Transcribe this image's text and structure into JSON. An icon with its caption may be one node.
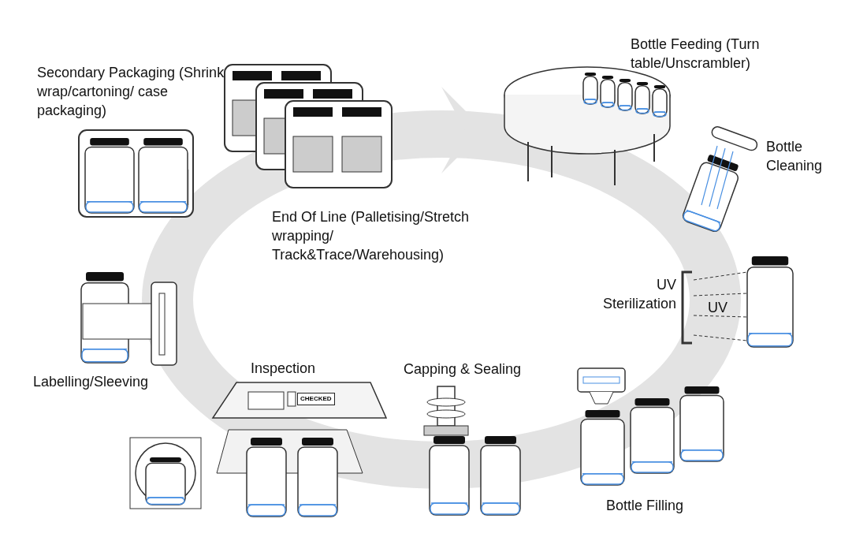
{
  "diagram": {
    "labels": [
      "Secondary Packaging (Shrink wrap/cartoning/ case packaging)",
      "Bottle Feeding (Turn table/Unscrambler)",
      "Bottle Cleaning",
      "End Of Line (Palletising/Stretch wrapping/ Track&Trace/Warehousing)",
      "UV Sterilization",
      "UV",
      "Labelling/Sleeving",
      "Inspection",
      "Capping & Sealing",
      "CHECKED",
      "Bottle Filling"
    ]
  }
}
